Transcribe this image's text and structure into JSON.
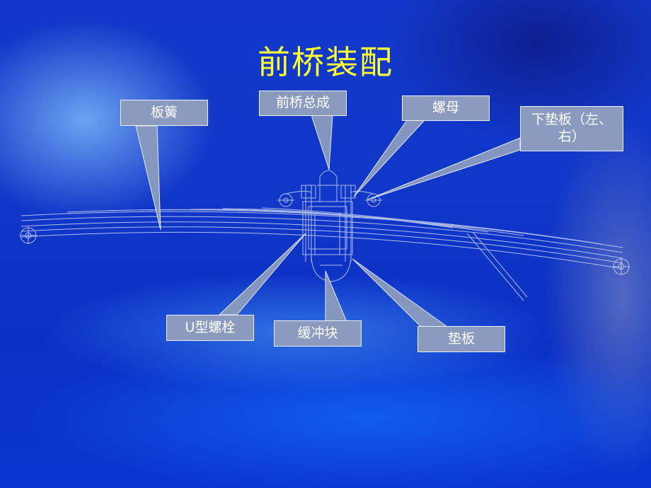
{
  "title": "前桥装配",
  "labels": {
    "leaf_spring": "板簧",
    "front_axle_assembly": "前桥总成",
    "nut": "螺母",
    "lower_pad": "下垫板（左、右）",
    "u_bolt": "U型螺栓",
    "bumper_block": "缓冲块",
    "pad": "垫板"
  },
  "colors": {
    "title": "#ffff33",
    "label_fill": "#8b9bbf",
    "line": "#c8d4f0"
  }
}
